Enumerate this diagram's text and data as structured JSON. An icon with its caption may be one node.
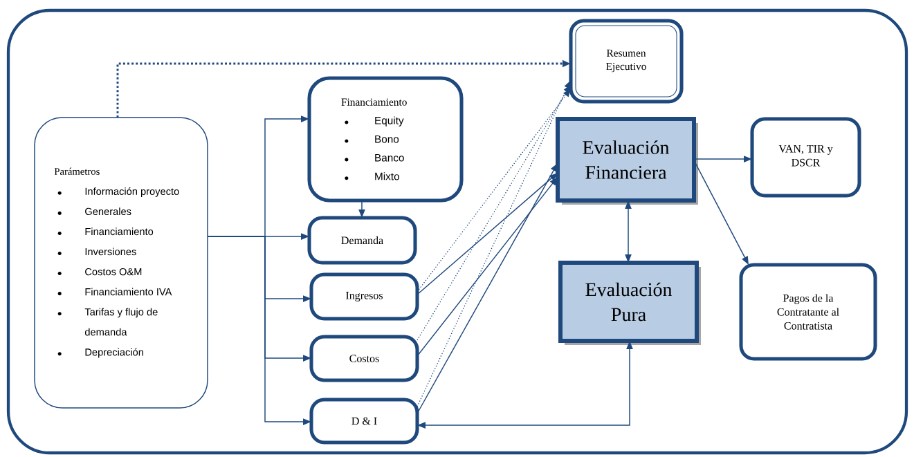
{
  "diagram": {
    "nodes": [
      {
        "text": [
          "Parámetros",
          "Información proyecto",
          "Generales",
          "Financiamiento",
          "Inversiones",
          "Costos O&M",
          "Financiamiento IVA",
          "Tarifas y flujo de demanda",
          "Depreciación"
        ]
      },
      {
        "text": [
          "Resumen Ejecutivo"
        ]
      },
      {
        "text": [
          "Financiamiento",
          "Equity",
          "Bono",
          "Banco",
          "Mixto"
        ]
      },
      {
        "text": [
          "Evaluación Financiera"
        ]
      },
      {
        "text": [
          "VAN, TIR y DSCR"
        ]
      },
      {
        "text": [
          "Demanda"
        ]
      },
      {
        "text": [
          "Ingresos"
        ]
      },
      {
        "text": [
          "Evaluación Pura"
        ]
      },
      {
        "text": [
          "Pagos de la Contratante al Contratista"
        ]
      },
      {
        "text": [
          "Costos"
        ]
      },
      {
        "text": [
          "D & I"
        ]
      }
    ],
    "edges": [
      {
        "from": 0,
        "to": 1,
        "arrow": "to",
        "style": "dashed"
      },
      {
        "from": 0,
        "to": 2,
        "arrow": "to"
      },
      {
        "from": 0,
        "to": 5,
        "arrow": "to"
      },
      {
        "from": 0,
        "to": 6,
        "arrow": "to"
      },
      {
        "from": 0,
        "to": 9,
        "arrow": "to"
      },
      {
        "from": 0,
        "to": 10,
        "arrow": "to"
      },
      {
        "from": 2,
        "to": 5,
        "arrow": "to"
      },
      {
        "from": 6,
        "to": 1,
        "arrow": "to",
        "style": "dashed"
      },
      {
        "from": 6,
        "to": 3,
        "arrow": "to"
      },
      {
        "from": 9,
        "to": 1,
        "arrow": "to",
        "style": "dashed"
      },
      {
        "from": 9,
        "to": 3,
        "arrow": "to"
      },
      {
        "from": 10,
        "to": 1,
        "arrow": "to",
        "style": "dashed"
      },
      {
        "from": 10,
        "to": 3,
        "arrow": "to"
      },
      {
        "from": 3,
        "to": 7,
        "arrow": "both"
      },
      {
        "from": 3,
        "to": 4,
        "arrow": "to"
      },
      {
        "from": 3,
        "to": 8,
        "arrow": "to"
      },
      {
        "from": 7,
        "to": 10,
        "arrow": "both"
      }
    ]
  }
}
